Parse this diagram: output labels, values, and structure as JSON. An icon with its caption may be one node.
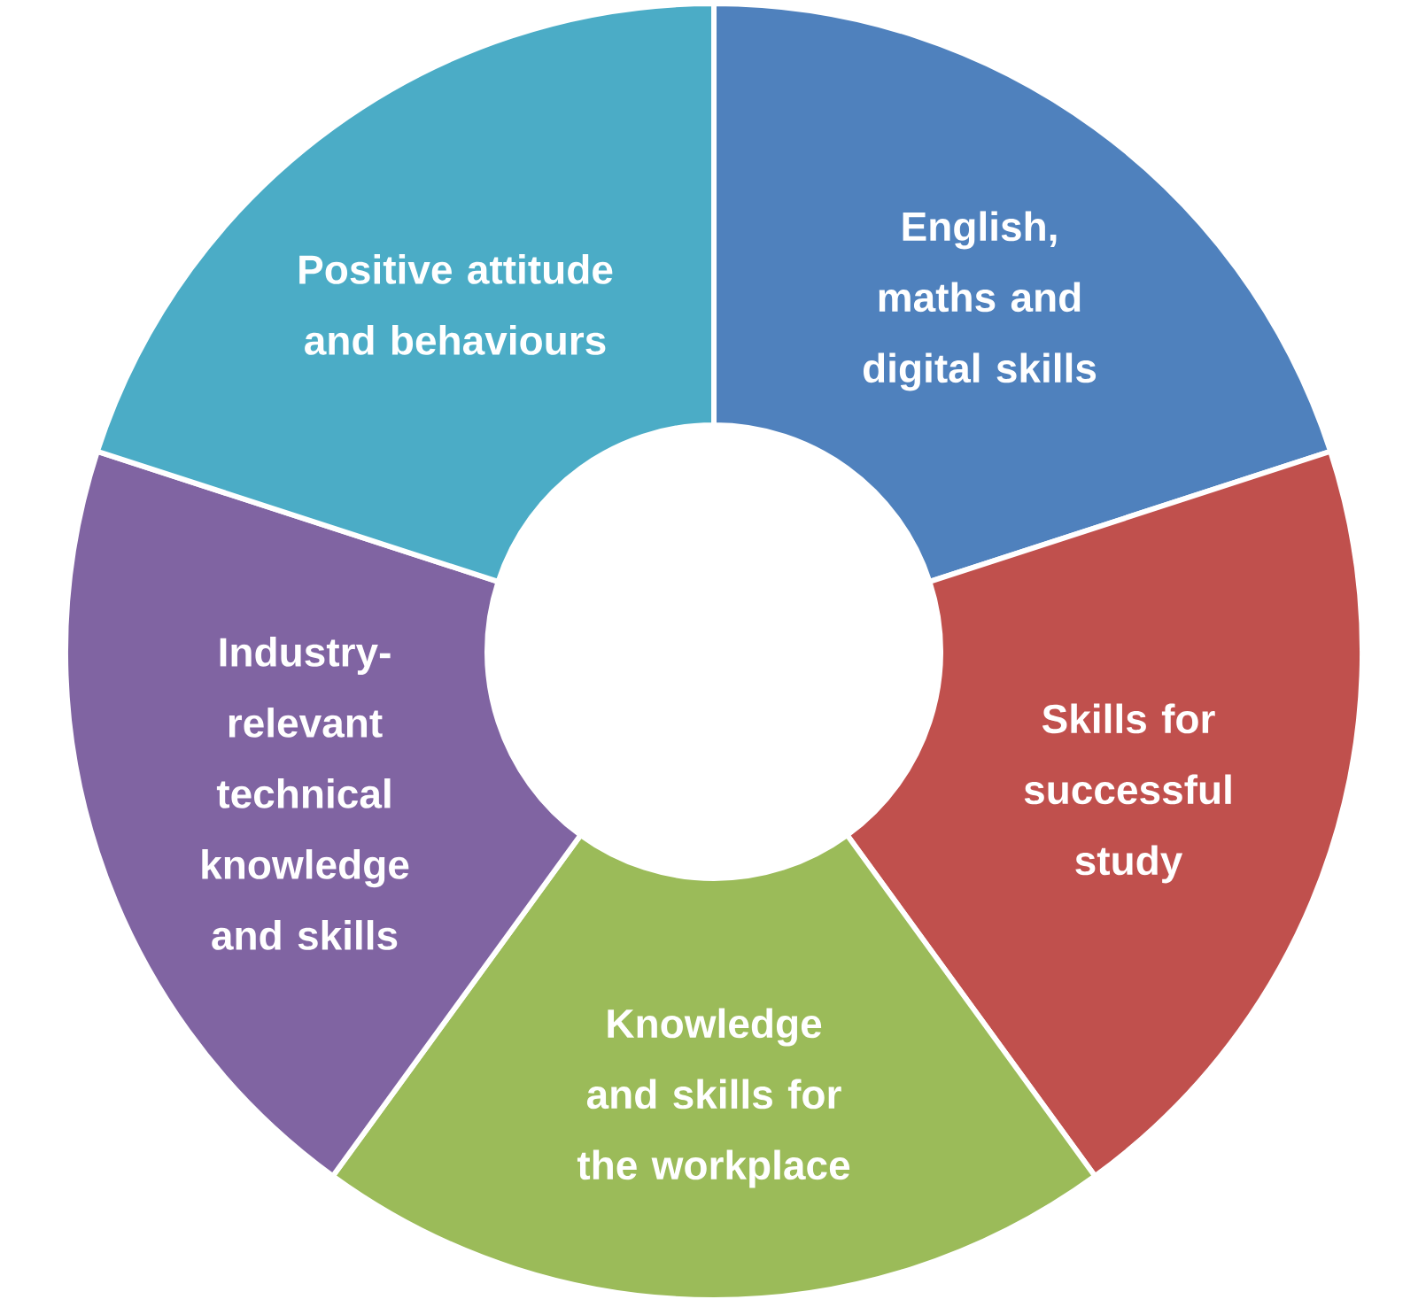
{
  "diagram": {
    "nodes": [
      {
        "text": [
          "English, maths and digital skills"
        ]
      },
      {
        "text": [
          "Skills for successful study"
        ]
      },
      {
        "text": [
          "Knowledge and skills for the workplace"
        ]
      },
      {
        "text": [
          "Industry-relevant technical knowledge and skills"
        ]
      },
      {
        "text": [
          "Positive attitude and behaviours"
        ]
      }
    ]
  }
}
